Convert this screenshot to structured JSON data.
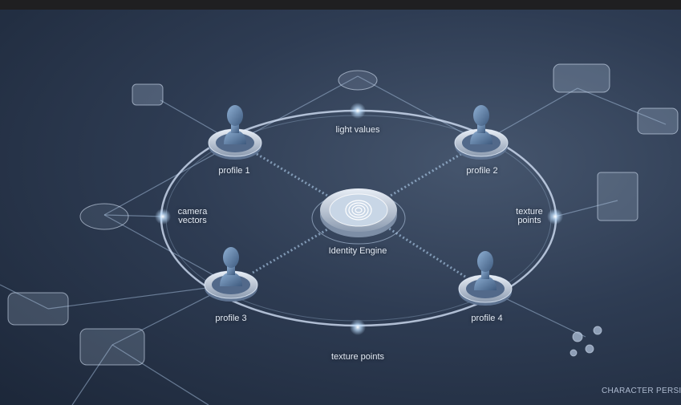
{
  "hub": {
    "label": "Identity Engine",
    "icon": "fingerprint-icon"
  },
  "profiles": [
    {
      "label": "profile 1",
      "icon": "head-bust-icon"
    },
    {
      "label": "profile 2",
      "icon": "head-bust-icon"
    },
    {
      "label": "profile 3",
      "icon": "head-bust-icon"
    },
    {
      "label": "profile 4",
      "icon": "head-bust-icon"
    }
  ],
  "ring_labels": {
    "top": "light values",
    "left": "camera vectors",
    "right": "texture points",
    "bottom": "texture points"
  },
  "watermark": "CHARACTER PERSIST",
  "colors": {
    "background": "#2e3c53",
    "glow": "#cfe6ff",
    "node": "#8fa8c6"
  }
}
